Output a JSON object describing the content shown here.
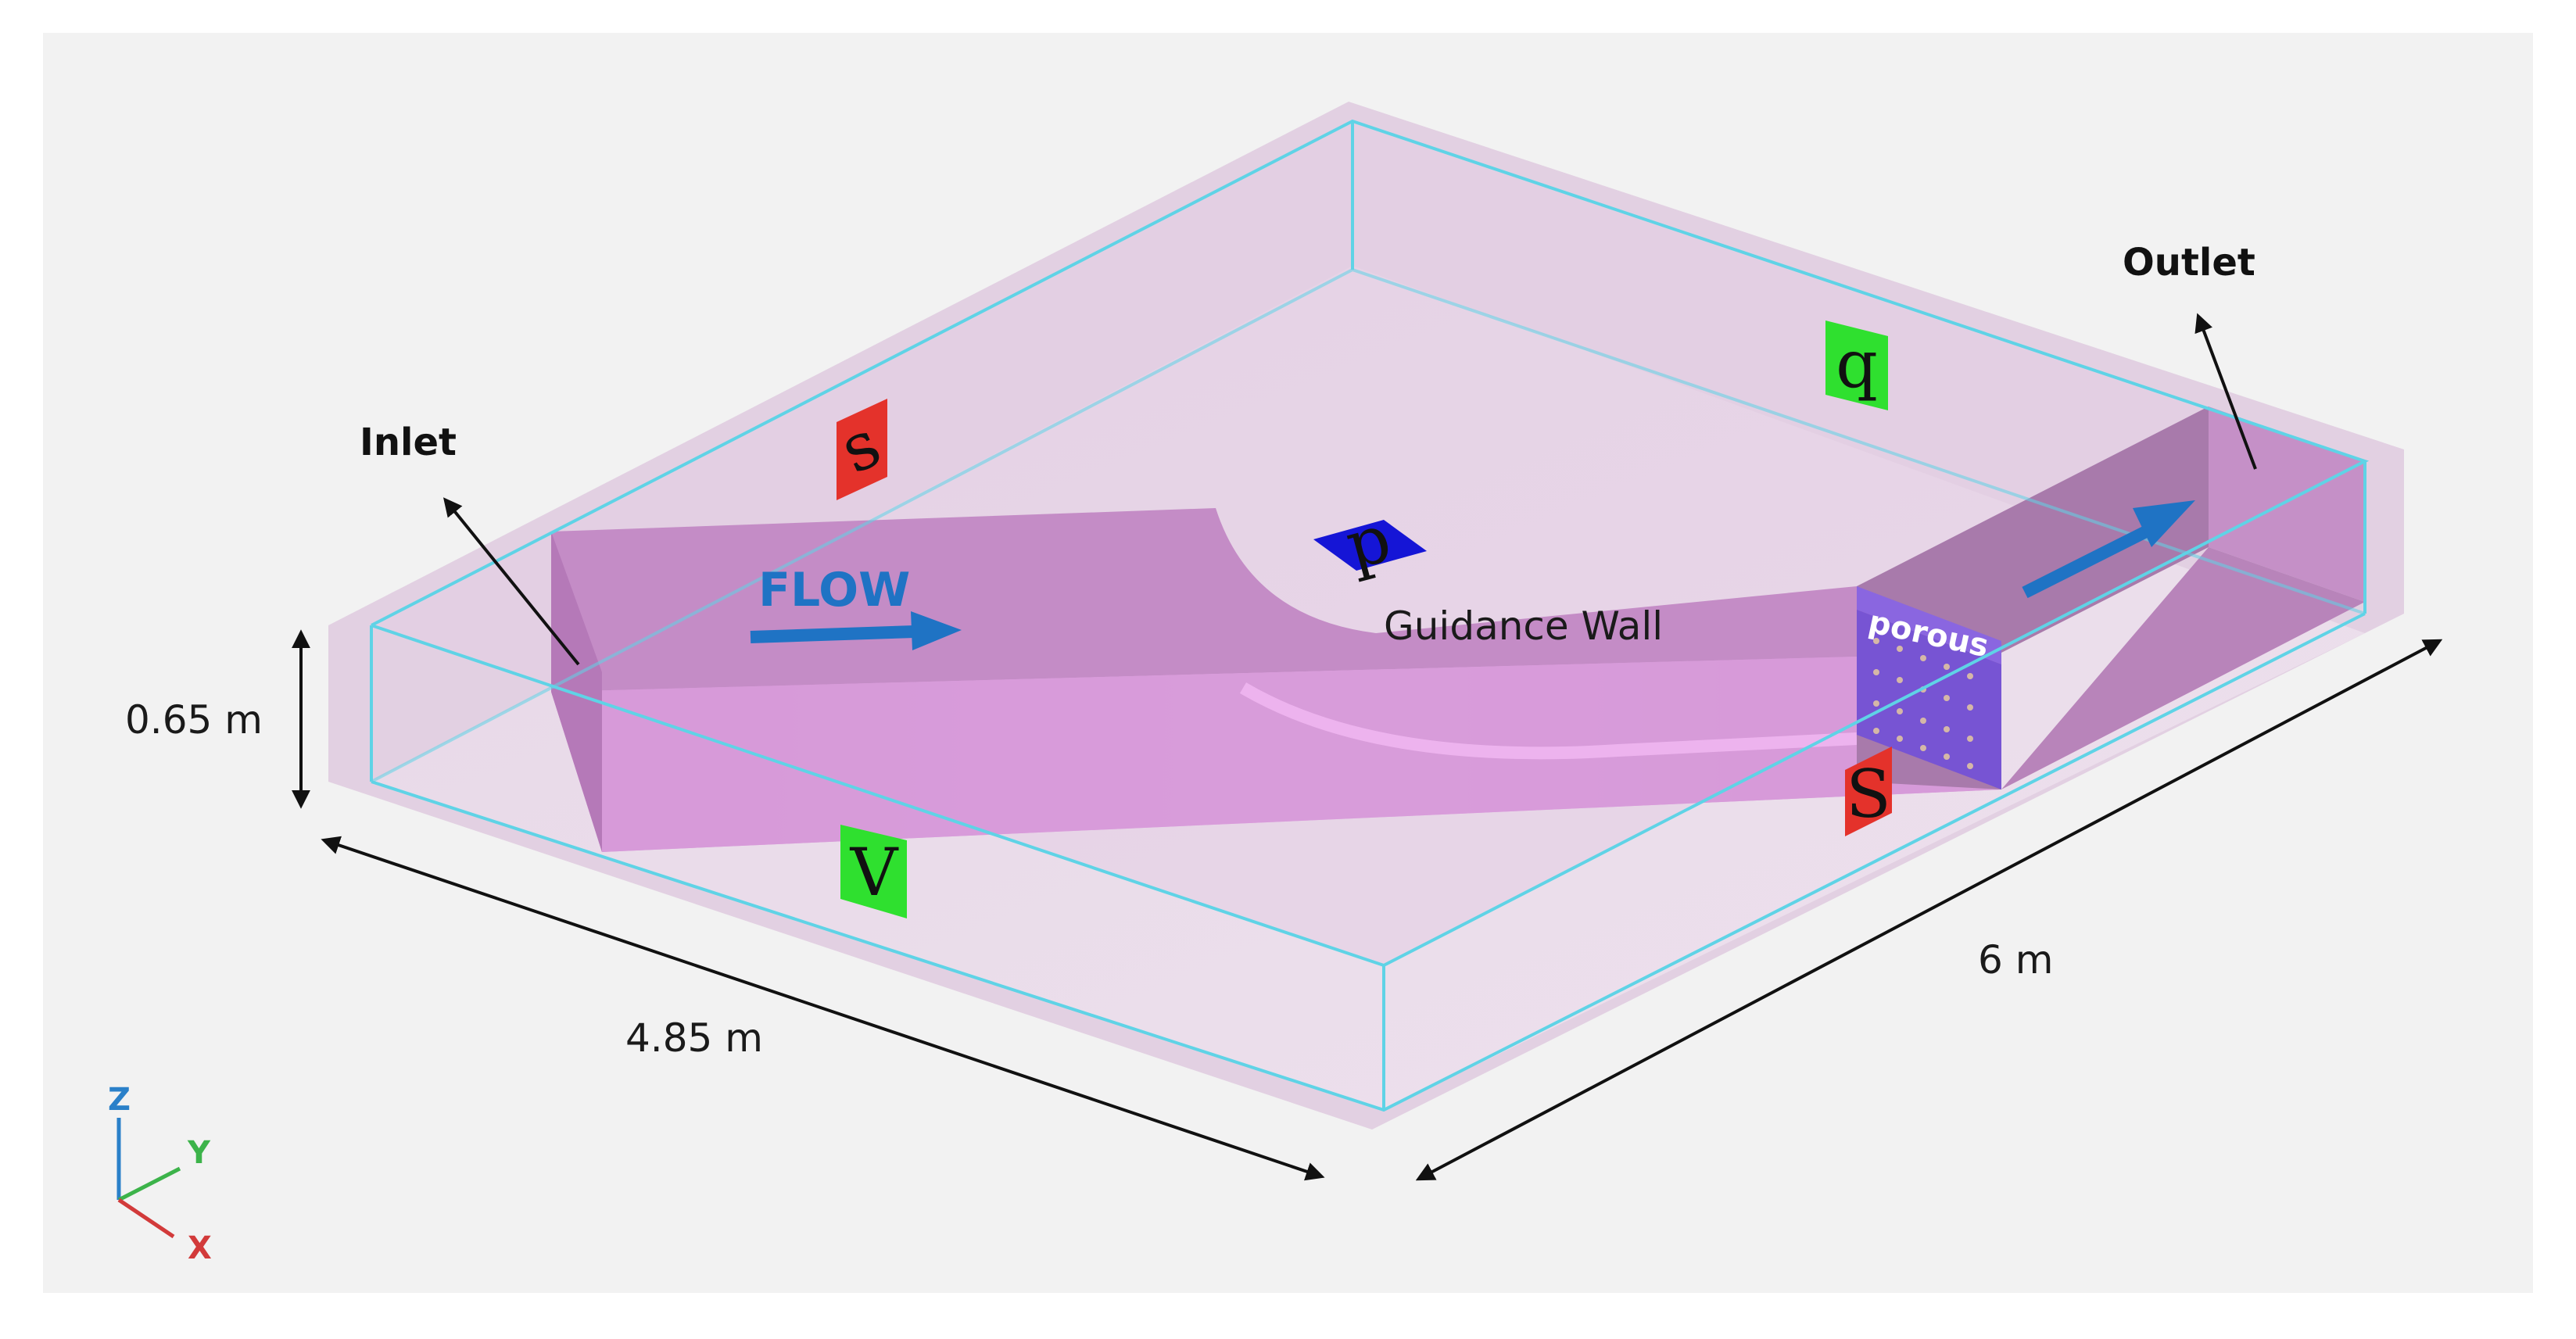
{
  "labels": {
    "inlet": "Inlet",
    "outlet": "Outlet",
    "flow": "FLOW",
    "guidance_wall": "Guidance Wall",
    "porous": "porous",
    "height": "0.65 m",
    "width": "4.85 m",
    "length": "6 m"
  },
  "markers": {
    "red_back": "s",
    "green_back": "q",
    "blue_top": "p",
    "green_front": "V",
    "red_front": "S"
  },
  "axes": {
    "z": "Z",
    "y": "Y",
    "x": "X"
  },
  "colors": {
    "background": "#f2f2f2",
    "box_edge": "#5fd3e6",
    "wall_face": "#c58ec8",
    "channel_floor": "#e2a6e4",
    "porous": "#7350d6",
    "marker_red": "#e4322b",
    "marker_green": "#2fe02f",
    "marker_blue": "#1515d6",
    "flow_arrow": "#1f73c4",
    "axis_z": "#2a80c9",
    "axis_y": "#3cb34a",
    "axis_x": "#d23a3a"
  }
}
